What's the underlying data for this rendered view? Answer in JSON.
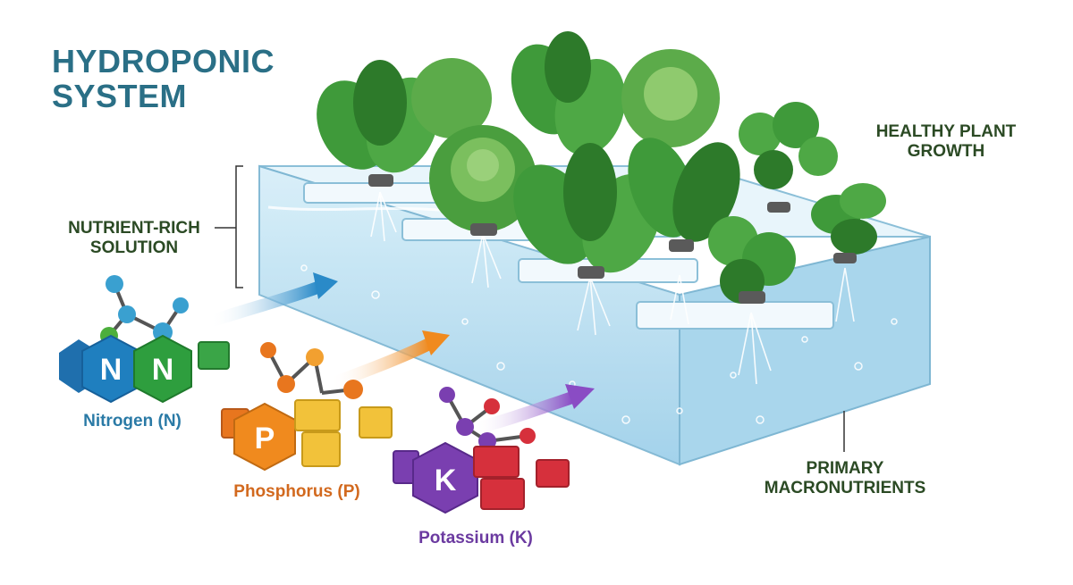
{
  "title": {
    "line1": "HYDROPONIC",
    "line2": "SYSTEM"
  },
  "labels": {
    "healthy": {
      "line1": "HEALTHY PLANT",
      "line2": "GROWTH"
    },
    "nutrient": {
      "line1": "NUTRIENT-RICH",
      "line2": "SOLUTION"
    },
    "macro": {
      "line1": "PRIMARY",
      "line2": "MACRONUTRIENTS"
    }
  },
  "nutrients": [
    {
      "symbol": "N",
      "name": "Nitrogen (N)",
      "color": "#1f7fbf"
    },
    {
      "symbol": "P",
      "name": "Phosphorus (P)",
      "color": "#e8761e"
    },
    {
      "symbol": "K",
      "name": "Potassium (K)",
      "color": "#7a3fb0"
    }
  ],
  "colors": {
    "title": "#2a6f86",
    "water": "#bfe2f3",
    "leaf": "#3f9a3a",
    "leaf_dark": "#2d7a2a",
    "nitrogen_green": "#2e9e3e",
    "phosphorus_yellow": "#f2c23a",
    "potassium_red": "#d6303c"
  }
}
